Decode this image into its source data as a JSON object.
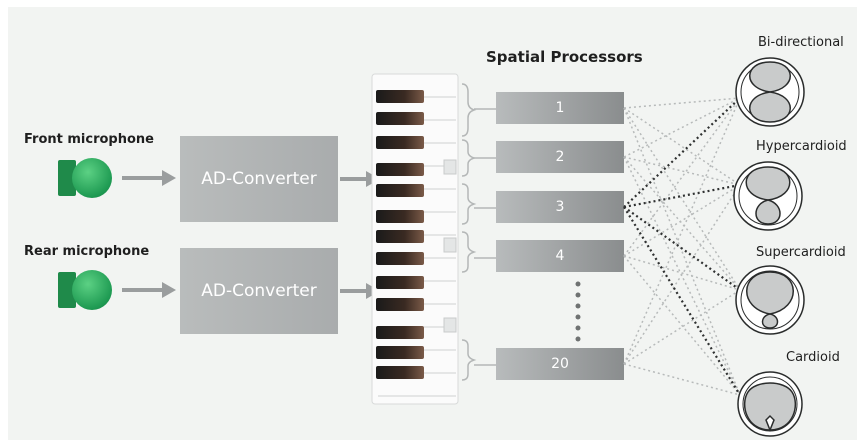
{
  "front_mic": {
    "label": "Front microphone",
    "converter": "AD-Converter"
  },
  "rear_mic": {
    "label": "Rear microphone",
    "converter": "AD-Converter"
  },
  "processors": {
    "title": "Spatial Processors",
    "items": [
      "1",
      "2",
      "3",
      "4",
      "20"
    ]
  },
  "patterns": [
    "Bi-directional",
    "Hypercardioid",
    "Supercardioid",
    "Cardioid"
  ],
  "colors": {
    "background": "#f2f4f2",
    "mic_green": "#1e9a52",
    "converter_gray": "#b0b3b4",
    "processor_gray": "#9ea1a2",
    "arrow_gray": "#9a9d9e"
  }
}
